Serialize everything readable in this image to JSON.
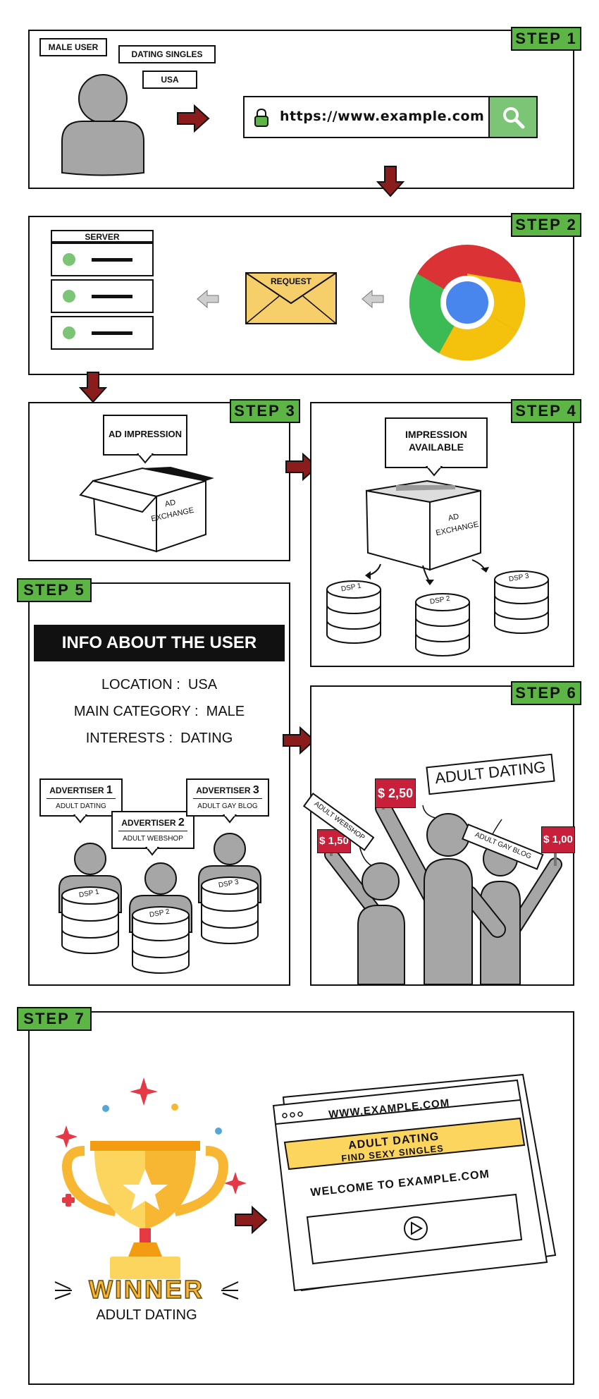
{
  "steps": {
    "s1": "STEP 1",
    "s2": "STEP 2",
    "s3": "STEP 3",
    "s4": "STEP 4",
    "s5": "STEP 5",
    "s6": "STEP 6",
    "s7": "STEP 7"
  },
  "step1": {
    "tags": [
      "MALE USER",
      "DATING SINGLES",
      "USA"
    ],
    "url": "https://www.example.com"
  },
  "step2": {
    "server_label": "SERVER",
    "request_label": "REQUEST"
  },
  "step3": {
    "bubble": "AD IMPRESSION",
    "box_line1": "AD",
    "box_line2": "EXCHANGE"
  },
  "step4": {
    "bubble_line1": "IMPRESSION",
    "bubble_line2": "AVAILABLE",
    "box_line1": "AD",
    "box_line2": "EXCHANGE",
    "dsps": [
      "DSP 1",
      "DSP 2",
      "DSP 3"
    ]
  },
  "step5": {
    "banner": "INFO ABOUT THE USER",
    "info": [
      "LOCATION :  USA",
      "MAIN CATEGORY :  MALE",
      "INTERESTS :  DATING"
    ],
    "advertisers": [
      {
        "name": "ADVERTISER",
        "num": "1",
        "blog": "ADULT DATING",
        "dsp": "DSP 1"
      },
      {
        "name": "ADVERTISER",
        "num": "2",
        "blog": "ADULT WEBSHOP",
        "dsp": "DSP 2"
      },
      {
        "name": "ADVERTISER",
        "num": "3",
        "blog": "ADULT GAY BLOG",
        "dsp": "DSP 3"
      }
    ]
  },
  "step6": {
    "bids": [
      "$ 1,50",
      "$ 2,50",
      "$ 1,00"
    ],
    "signs": [
      "ADULT WEBSHOP",
      "ADULT DATING",
      "ADULT GAY BLOG"
    ]
  },
  "step7": {
    "winner": "WINNER",
    "winner_sub": "ADULT DATING",
    "site_url": "WWW.EXAMPLE.COM",
    "ad_line1": "ADULT DATING",
    "ad_line2": "FIND SEXY SINGLES",
    "welcome": "WELCOME TO EXAMPLE.COM"
  },
  "colors": {
    "step_green": "#5cb545",
    "arrow_red": "#8b1c1c",
    "person_gray": "#a6a6a6",
    "envelope_yellow": "#f7cf6a",
    "search_green": "#7cc576",
    "bid_red": "#c8203a",
    "trophy_gold": "#f7b733",
    "banner_black": "#111111"
  }
}
